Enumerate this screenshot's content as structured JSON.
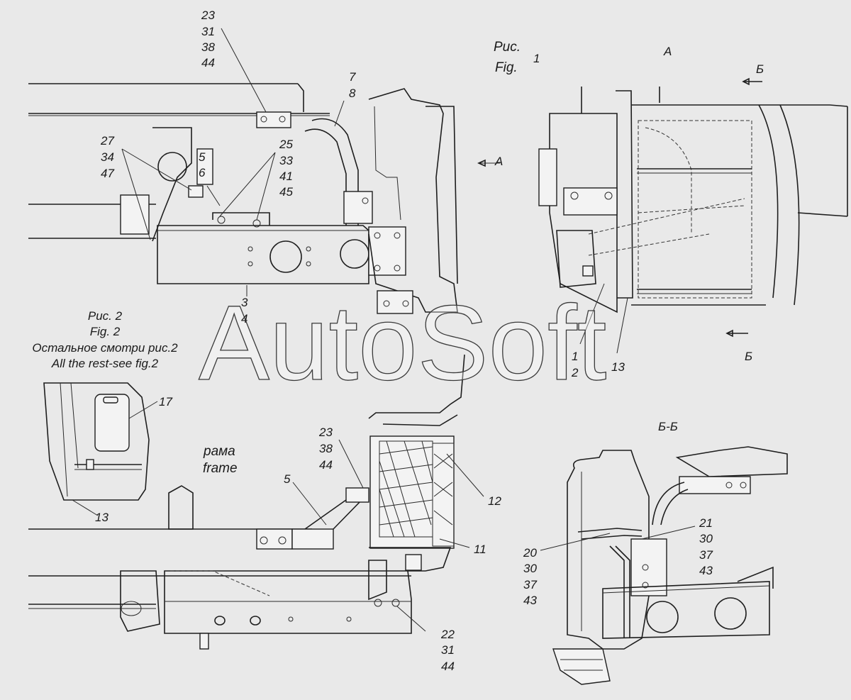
{
  "watermark": "AutoSoft",
  "captions": {
    "fig1_ru": "Рис.",
    "fig1_en": "Fig.",
    "fig1_num": "1",
    "view_a": "А",
    "view_b_marker": "Б",
    "view_bb": "Б-Б",
    "fig2_ru": "Рис. 2",
    "fig2_en": "Fig. 2",
    "rest_ru": "Остальное смотри рис.2",
    "rest_en": "All the rest-see fig.2",
    "frame_ru": "рама",
    "frame_en": "frame",
    "arrow_a": "А"
  },
  "callouts": {
    "c23": [
      "23",
      "31",
      "38",
      "44"
    ],
    "c78": [
      "7",
      "8"
    ],
    "c27": [
      "27",
      "34",
      "47"
    ],
    "c56": [
      "5",
      "6"
    ],
    "c25": [
      "25",
      "33",
      "41",
      "45"
    ],
    "c34": [
      "3",
      "4"
    ],
    "c12": [
      "1",
      "2"
    ],
    "c13a": "13",
    "c17": "17",
    "c13b": "13",
    "c5": "5",
    "c23b": [
      "23",
      "38",
      "44"
    ],
    "c12b": "12",
    "c11": "11",
    "c22": [
      "22",
      "31",
      "44"
    ],
    "c21": [
      "21",
      "30",
      "37",
      "43"
    ],
    "c20": [
      "20",
      "30",
      "37",
      "43"
    ]
  }
}
